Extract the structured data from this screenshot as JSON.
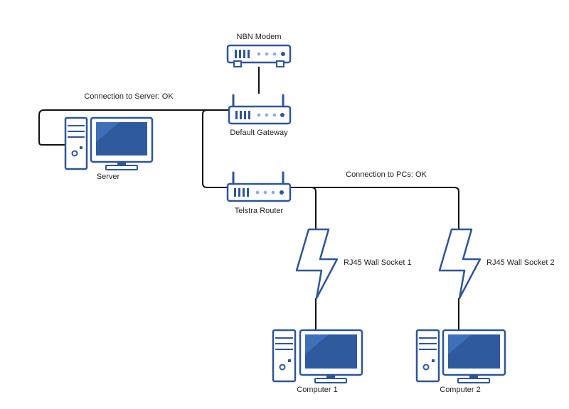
{
  "colors": {
    "device_fill": "#ffffff",
    "device_stroke": "#2f5597",
    "device_dark": "#2f5597",
    "screen_fill": "#2f5b9e",
    "screen_highlight": "#3f6fb6",
    "lightning_fill": "#ffffff",
    "lightning_stroke": "#2f5597",
    "wire": "#111111",
    "text": "#222222"
  },
  "nodes": {
    "nbn_modem": {
      "label": "NBN Modem",
      "icon": "modem-icon"
    },
    "default_gateway": {
      "label": "Default Gateway",
      "icon": "router-icon"
    },
    "server": {
      "label": "Server",
      "icon": "desktop-computer-icon"
    },
    "telstra_router": {
      "label": "Telstra Router",
      "icon": "router-icon"
    },
    "wall_socket_1": {
      "label": "RJ45 Wall Socket 1",
      "icon": "lightning-icon"
    },
    "wall_socket_2": {
      "label": "RJ45 Wall Socket 2",
      "icon": "lightning-icon"
    },
    "computer_1": {
      "label": "Computer 1",
      "icon": "desktop-computer-icon"
    },
    "computer_2": {
      "label": "Computer 2",
      "icon": "desktop-computer-icon"
    }
  },
  "annotations": {
    "server_connection": "Connection to Server: OK",
    "pc_connection": "Connection to PCs: OK"
  }
}
